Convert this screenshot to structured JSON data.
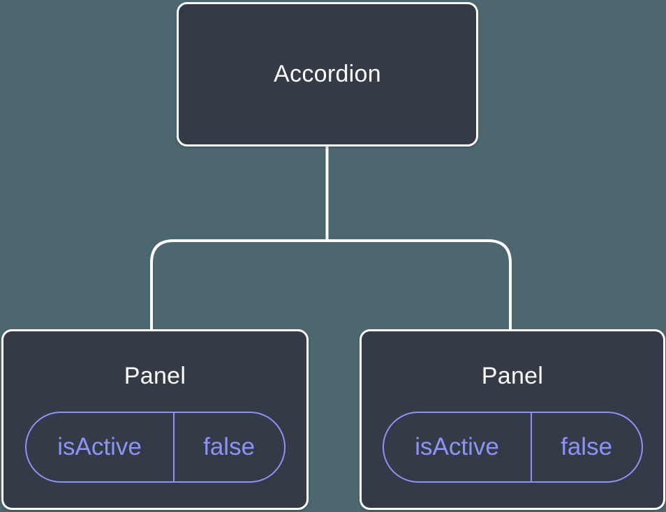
{
  "diagram": {
    "root": {
      "label": "Accordion"
    },
    "children": [
      {
        "label": "Panel",
        "state": {
          "key": "isActive",
          "value": "false"
        }
      },
      {
        "label": "Panel",
        "state": {
          "key": "isActive",
          "value": "false"
        }
      }
    ],
    "colors": {
      "background": "#4C6770",
      "node_fill": "#343B47",
      "node_border": "#FFFFFF",
      "node_text": "#FFFFFF",
      "state_accent": "#8B93F6",
      "connector": "#FFFFFF"
    }
  }
}
